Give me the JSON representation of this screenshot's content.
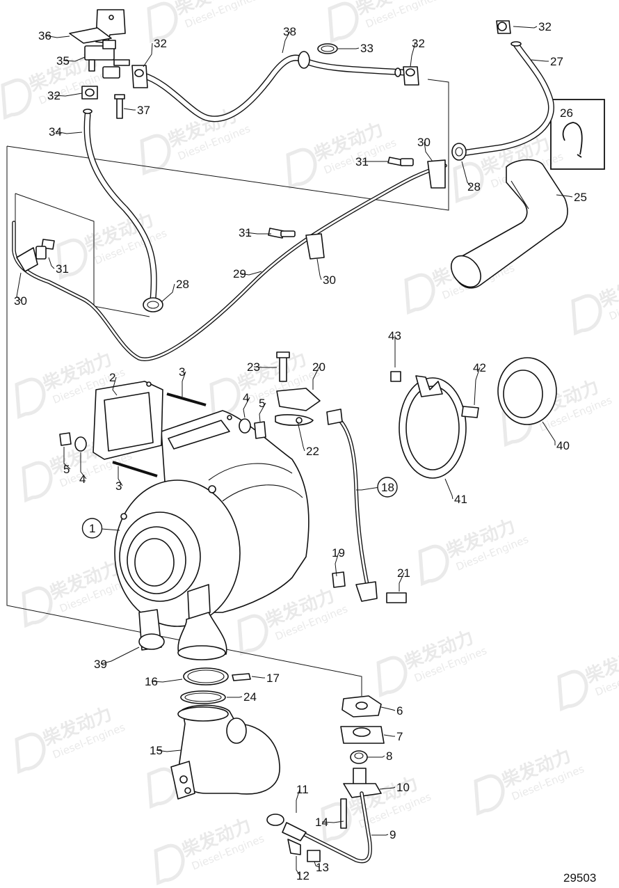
{
  "figure_number": "29503",
  "watermark": {
    "brand": "柴发动力",
    "sub": "Diesel-Engines"
  },
  "callouts": [
    "1",
    "2",
    "3",
    "3",
    "4",
    "4",
    "5",
    "5",
    "6",
    "7",
    "8",
    "9",
    "10",
    "11",
    "12",
    "13",
    "14",
    "15",
    "16",
    "17",
    "18",
    "19",
    "20",
    "21",
    "22",
    "23",
    "24",
    "25",
    "26",
    "27",
    "28",
    "28",
    "29",
    "30",
    "30",
    "30",
    "31",
    "31",
    "31",
    "32",
    "32",
    "32",
    "32",
    "33",
    "34",
    "35",
    "36",
    "37",
    "38",
    "39",
    "40",
    "41",
    "42",
    "43"
  ]
}
